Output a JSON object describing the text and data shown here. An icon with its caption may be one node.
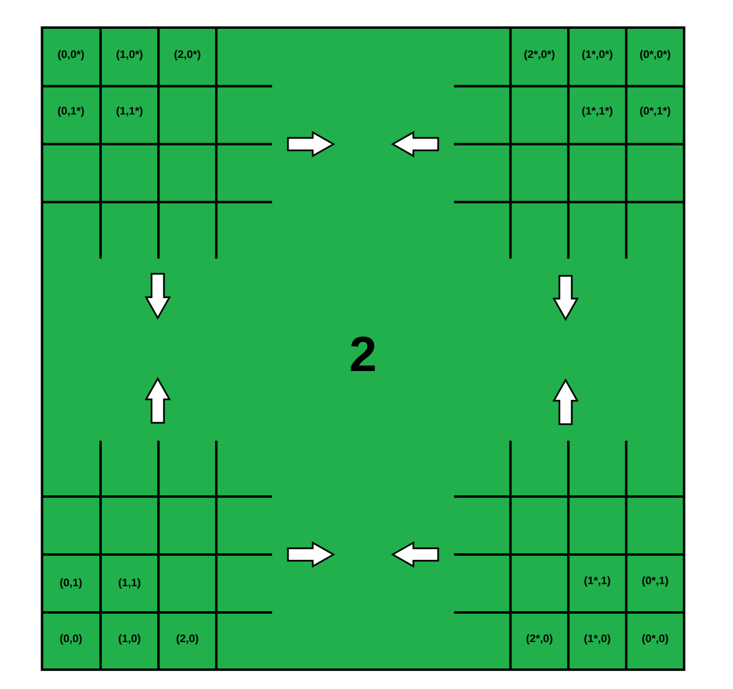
{
  "diagram": {
    "labels": [
      "(0,0*)",
      "(1,0*)",
      "(2,0*)",
      "(2*,0*)",
      "(1*,0*)",
      "(0*,0*)",
      "(0,1*)",
      "(1,1*)",
      "(1*,1*)",
      "(0*,1*)",
      "2",
      "(0,1)",
      "(1,1)",
      "(1*,1)",
      "(0*,1)",
      "(0,0)",
      "(1,0)",
      "(2,0)",
      "(2*,0)",
      "(1*,0)",
      "(0*,0)"
    ]
  }
}
